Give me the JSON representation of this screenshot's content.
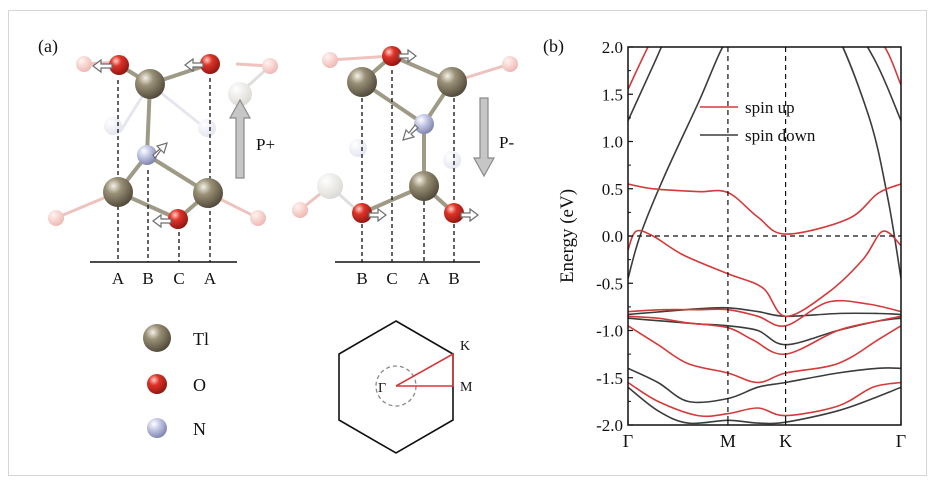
{
  "panel_a": {
    "label": "(a)",
    "left_stack": {
      "polarization": "P+",
      "sites": [
        "A",
        "B",
        "C",
        "A"
      ]
    },
    "right_stack": {
      "polarization": "P-",
      "sites": [
        "B",
        "C",
        "A",
        "B"
      ]
    },
    "legend": [
      {
        "symbol": "Tl",
        "color": "#8a7f66"
      },
      {
        "symbol": "O",
        "color": "#d32a25"
      },
      {
        "symbol": "N",
        "color": "#b9bede"
      }
    ],
    "brillouin_zone": {
      "points": [
        "Γ",
        "K",
        "M"
      ]
    }
  },
  "panel_b": {
    "label": "(b)",
    "ylabel": "Energy (eV)",
    "legend": [
      {
        "name": "spin up",
        "color": "#d6393a"
      },
      {
        "name": "spin down",
        "color": "#3c3c3c"
      }
    ]
  },
  "chart_data": {
    "type": "line",
    "title": "",
    "xlabel": "",
    "ylabel": "Energy (eV)",
    "ylim": [
      -2.0,
      2.0
    ],
    "yticks": [
      "2.0",
      "1.5",
      "1.0",
      "0.5",
      "0.0",
      "-0.5",
      "-1.0",
      "-1.5",
      "-2.0"
    ],
    "k_points": [
      "Γ",
      "M",
      "K",
      "Γ"
    ],
    "k_positions": [
      0,
      1,
      1.577,
      2.732
    ],
    "fermi_level": 0.0,
    "series": [
      {
        "name": "spin up",
        "color": "#d6393a",
        "bands": [
          {
            "x": [
              0,
              0.2,
              0.5,
              1.0,
              1.25,
              1.577,
              2.0,
              2.5,
              2.732
            ],
            "y": [
              1.55,
              2.0,
              2.6,
              3.2,
              2.6,
              2.2,
              2.4,
              2.1,
              1.6
            ]
          },
          {
            "x": [
              0,
              0.25,
              0.7,
              1.0,
              1.3,
              1.577,
              2.2,
              2.5,
              2.732
            ],
            "y": [
              0.55,
              0.5,
              0.47,
              0.46,
              0.2,
              0.02,
              0.18,
              0.45,
              0.55
            ]
          },
          {
            "x": [
              0,
              0.08,
              0.25,
              0.55,
              1.0,
              1.35,
              1.577,
              2.0,
              2.35,
              2.55,
              2.732
            ],
            "y": [
              -0.15,
              0.05,
              0.0,
              -0.2,
              -0.4,
              -0.55,
              -0.85,
              -0.6,
              -0.25,
              0.05,
              -0.1
            ]
          },
          {
            "x": [
              0,
              0.35,
              0.7,
              1.0,
              1.3,
              1.577,
              2.0,
              2.4,
              2.732
            ],
            "y": [
              -0.8,
              -0.78,
              -0.78,
              -0.78,
              -0.85,
              -0.95,
              -0.7,
              -0.72,
              -0.8
            ]
          },
          {
            "x": [
              0,
              0.3,
              0.6,
              1.0,
              1.25,
              1.577,
              2.1,
              2.5,
              2.732
            ],
            "y": [
              -0.85,
              -0.87,
              -0.92,
              -0.97,
              -1.1,
              -1.25,
              -1.0,
              -0.9,
              -0.85
            ]
          },
          {
            "x": [
              0,
              0.3,
              0.6,
              1.0,
              1.3,
              1.577,
              2.1,
              2.5,
              2.732
            ],
            "y": [
              -0.95,
              -1.15,
              -1.35,
              -1.45,
              -1.55,
              -1.45,
              -1.35,
              -1.1,
              -0.95
            ]
          },
          {
            "x": [
              0,
              0.3,
              0.7,
              1.0,
              1.3,
              1.577,
              2.1,
              2.45,
              2.732
            ],
            "y": [
              -1.55,
              -1.75,
              -1.9,
              -1.88,
              -1.82,
              -1.9,
              -1.8,
              -1.6,
              -1.55
            ]
          }
        ]
      },
      {
        "name": "spin down",
        "color": "#3c3c3c",
        "bands": [
          {
            "x": [
              0,
              0.25,
              0.6,
              1.0,
              1.3,
              1.577,
              2.0,
              2.45,
              2.732
            ],
            "y": [
              1.22,
              1.8,
              2.6,
              3.2,
              2.7,
              2.5,
              2.6,
              1.9,
              1.22
            ]
          },
          {
            "x": [
              0,
              0.12,
              0.35,
              0.7,
              1.0,
              1.35,
              1.577,
              2.0,
              2.4,
              2.6,
              2.732
            ],
            "y": [
              -0.45,
              0.0,
              0.6,
              1.4,
              2.1,
              2.5,
              2.6,
              2.3,
              1.3,
              0.4,
              -0.45
            ]
          },
          {
            "x": [
              0,
              0.35,
              0.7,
              1.0,
              1.3,
              1.577,
              2.1,
              2.5,
              2.732
            ],
            "y": [
              -0.83,
              -0.8,
              -0.77,
              -0.76,
              -0.8,
              -0.85,
              -0.82,
              -0.82,
              -0.83
            ]
          },
          {
            "x": [
              0,
              0.35,
              0.7,
              1.0,
              1.3,
              1.577,
              2.1,
              2.5,
              2.732
            ],
            "y": [
              -0.87,
              -0.9,
              -0.93,
              -0.95,
              -1.0,
              -1.15,
              -1.0,
              -0.9,
              -0.87
            ]
          },
          {
            "x": [
              0,
              0.3,
              0.6,
              1.0,
              1.3,
              1.577,
              2.1,
              2.5,
              2.732
            ],
            "y": [
              -1.4,
              -1.55,
              -1.75,
              -1.72,
              -1.6,
              -1.55,
              -1.45,
              -1.4,
              -1.4
            ]
          },
          {
            "x": [
              0,
              0.3,
              0.6,
              1.0,
              1.3,
              1.577,
              2.1,
              2.5,
              2.732
            ],
            "y": [
              -1.6,
              -1.85,
              -1.98,
              -1.95,
              -1.98,
              -1.97,
              -1.85,
              -1.7,
              -1.6
            ]
          }
        ]
      }
    ]
  }
}
